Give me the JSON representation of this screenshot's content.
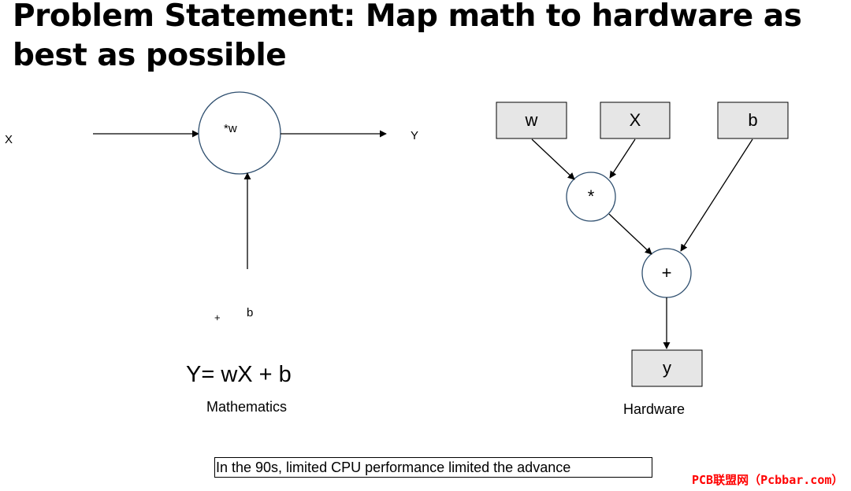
{
  "title": "Problem Statement: Map math to hardware as best as possible",
  "math_diagram": {
    "input_label": "X",
    "output_label": "Y",
    "node_label": "*w",
    "bias_operator": "+",
    "bias_label": "b",
    "equation": "Y= wX + b",
    "caption": "Mathematics"
  },
  "hardware_diagram": {
    "input_boxes": [
      "w",
      "X",
      "b"
    ],
    "multiply_node": "*",
    "add_node": "+",
    "output_box": "y",
    "caption": "Hardware"
  },
  "note": "In the 90s, limited CPU performance limited the advance",
  "watermark": "PCB联盟网（Pcbbar.com）",
  "colors": {
    "box_fill": "#e6e6e6",
    "node_stroke": "#2f4f6f",
    "watermark": "#ff0000"
  }
}
